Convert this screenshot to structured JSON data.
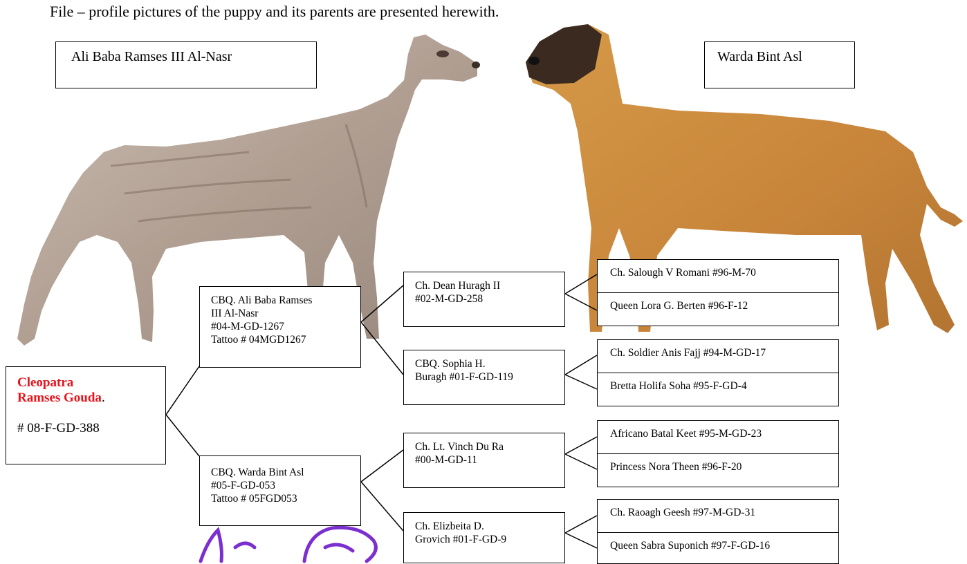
{
  "intro_text": "File – profile pictures of the puppy and its parents are presented herewith.",
  "captions": {
    "sire": "Ali Baba Ramses III Al-Nasr",
    "dam": "Warda Bint Asl"
  },
  "subject": {
    "name_line1": "Cleopatra",
    "name_line2": "Ramses  Gouda",
    "name_suffix": ".",
    "number": "# 08-F-GD-388"
  },
  "parents": {
    "sire": {
      "line1": "CBQ. Ali Baba Ramses",
      "line2": "III Al-Nasr",
      "line3": "#04-M-GD-1267",
      "line4": "Tattoo # 04MGD1267"
    },
    "dam": {
      "line1": "CBQ. Warda Bint Asl",
      "line2": "#05-F-GD-053",
      "line3": "Tattoo # 05FGD053"
    }
  },
  "grandparents": {
    "paternal_grandsire": {
      "line1": "Ch. Dean Huragh II",
      "line2": "#02-M-GD-258"
    },
    "paternal_granddam": {
      "line1": "CBQ. Sophia H.",
      "line2": "Buragh #01-F-GD-119"
    },
    "maternal_grandsire": {
      "line1": "Ch. Lt. Vinch Du Ra",
      "line2": "#00-M-GD-11"
    },
    "maternal_granddam": {
      "line1": "Ch. Elizbeita D.",
      "line2": "Grovich #01-F-GD-9"
    }
  },
  "great_grandparents": [
    {
      "top": "Ch. Salough V Romani #96-M-70",
      "bottom": "Queen Lora G. Berten #96-F-12"
    },
    {
      "top": "Ch. Soldier Anis Fajj #94-M-GD-17",
      "bottom": "Bretta Holifa Soha #95-F-GD-4"
    },
    {
      "top": "Africano Batal Keet #95-M-GD-23",
      "bottom": "Princess Nora Theen #96-F-20"
    },
    {
      "top": "Ch. Raoagh Geesh #97-M-GD-31",
      "bottom": "Queen Sabra Suponich #97-F-GD-16"
    }
  ],
  "colors": {
    "subject_name": "#e8141c",
    "signature_ink": "#7b2fd0"
  }
}
